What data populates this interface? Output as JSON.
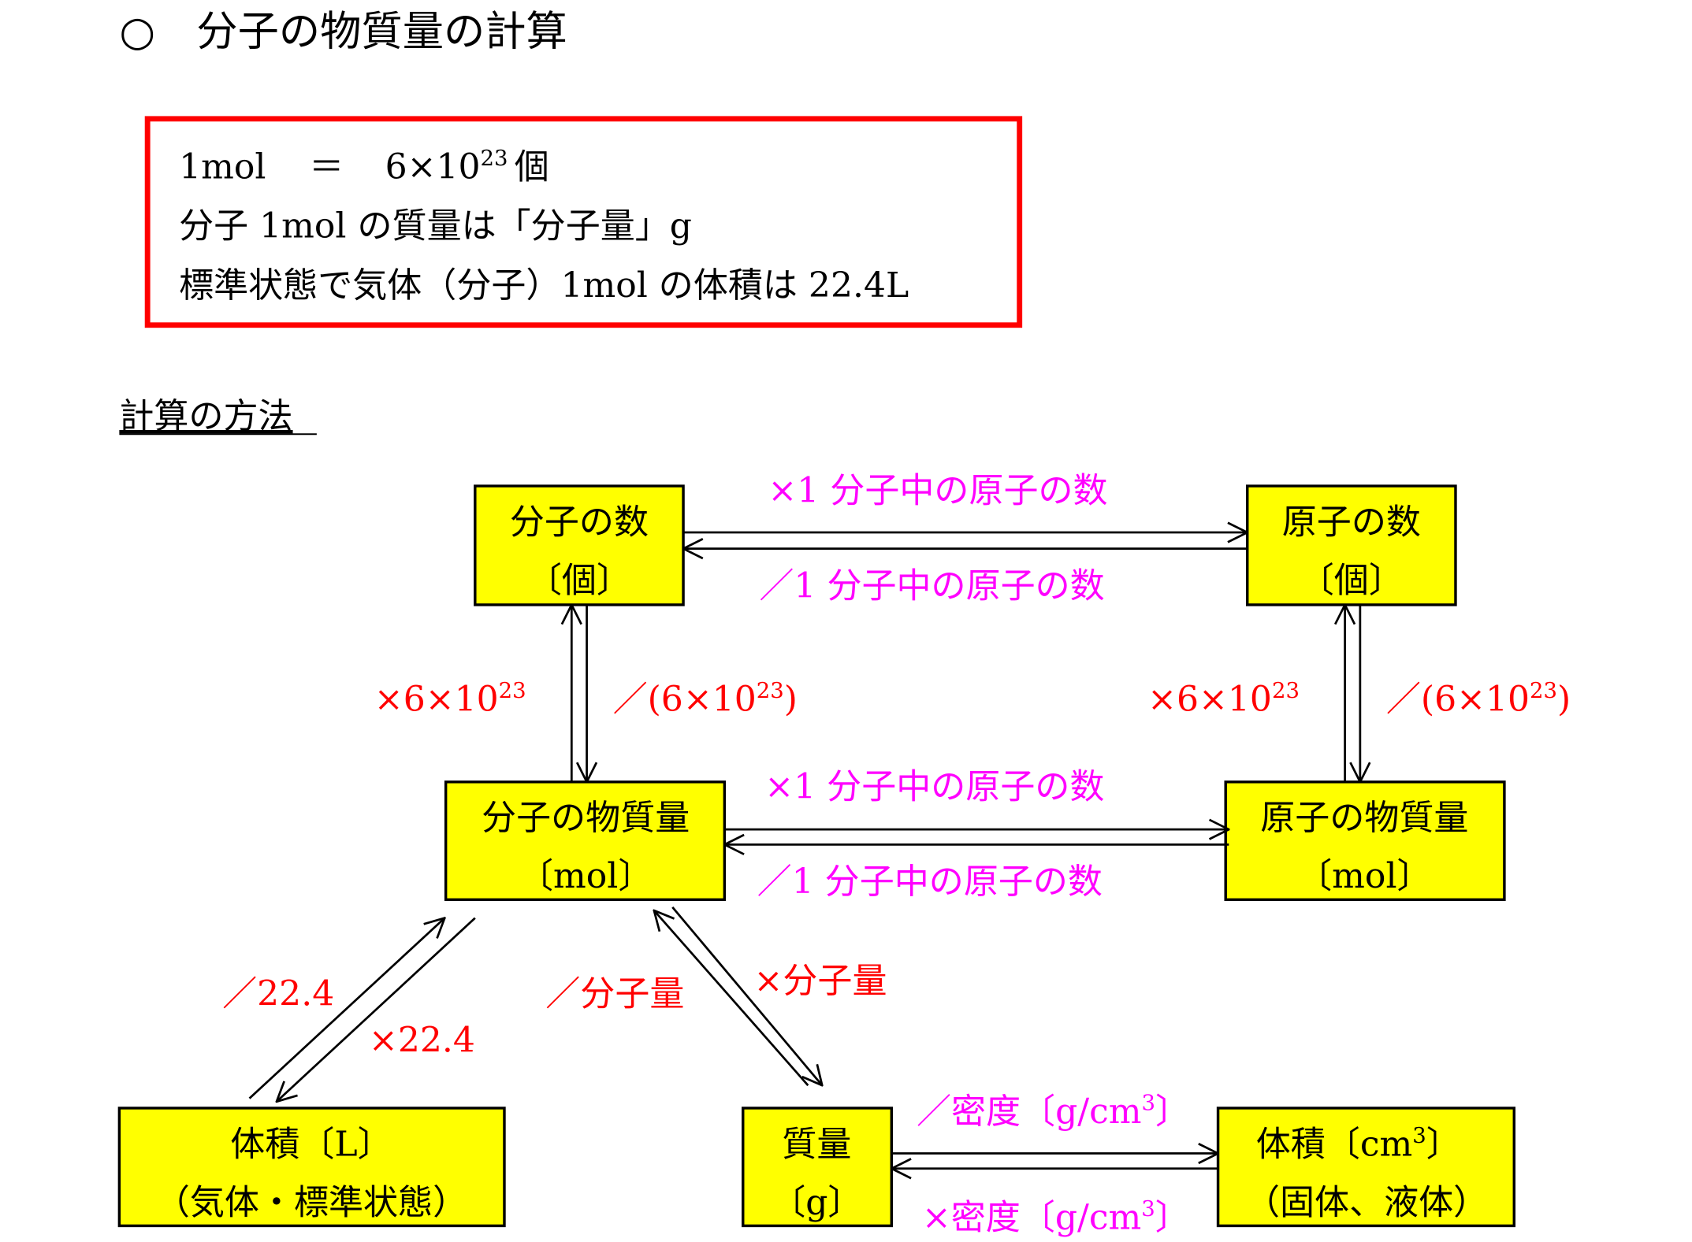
{
  "title": "○　分子の物質量の計算",
  "summary": {
    "line1": {
      "lhs": "1mol",
      "eq": "＝",
      "rhs_base": "6×10",
      "rhs_exp": "23",
      "rhs_unit": "個"
    },
    "line2": "分子 1mol の質量は「分子量」g",
    "line3": "標準状態で気体（分子）1mol の体積は 22.4L"
  },
  "method_heading": "計算の方法",
  "boxes": {
    "molecule_count": {
      "title": "分子の数",
      "unit": "〔個〕"
    },
    "atom_count": {
      "title": "原子の数",
      "unit": "〔個〕"
    },
    "molecule_mol": {
      "title": "分子の物質量",
      "unit": "〔mol〕"
    },
    "atom_mol": {
      "title": "原子の物質量",
      "unit": "〔mol〕"
    },
    "gas_volume": {
      "title": "体積〔L〕",
      "unit": "（気体・標準状態）"
    },
    "mass": {
      "title": "質量",
      "unit": "〔g〕"
    },
    "solid_volume": {
      "title_base": "体積〔cm",
      "title_exp": "3",
      "title_end": "〕",
      "unit": "（固体、液体）"
    }
  },
  "labels": {
    "top_multiply": "×1 分子中の原子の数",
    "top_divide": "／1 分子中の原子の数",
    "mid_multiply": "×1 分子中の原子の数",
    "mid_divide": "／1 分子中の原子の数",
    "left_multiply": {
      "base": "×6×10",
      "exp": "23"
    },
    "left_divide": {
      "base": "／(6×10",
      "exp": "23",
      "end": ")"
    },
    "right_multiply": {
      "base": "×6×10",
      "exp": "23"
    },
    "right_divide": {
      "base": "／(6×10",
      "exp": "23",
      "end": ")"
    },
    "gas_divide": "／22.4",
    "gas_multiply": "×22.4",
    "mass_divide": "／分子量",
    "mass_multiply": "×分子量",
    "density_divide": {
      "base": "／密度〔g/cm",
      "exp": "3",
      "end": "〕"
    },
    "density_multiply": {
      "base": "×密度〔g/cm",
      "exp": "3",
      "end": "〕"
    }
  },
  "colors": {
    "box_fill": "#ffff00",
    "frame": "#ff0000",
    "red_text": "#ff0000",
    "magenta_text": "#ff00ff"
  }
}
